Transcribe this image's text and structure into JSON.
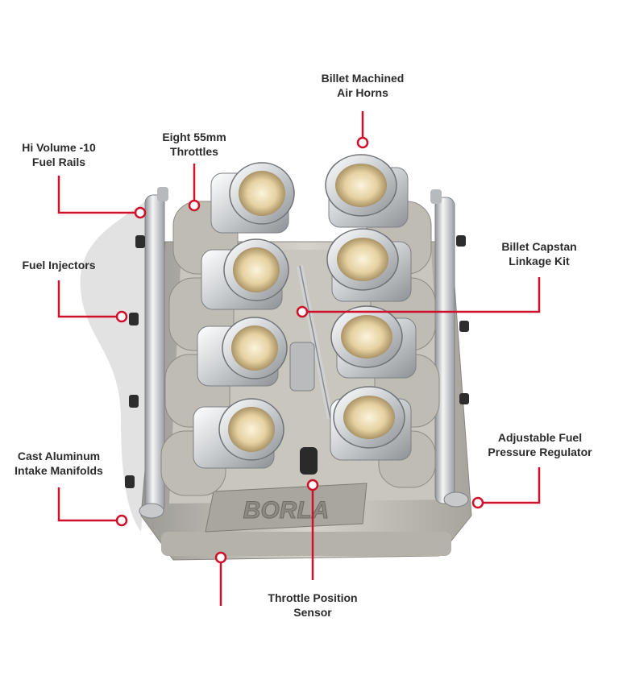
{
  "callouts": [
    {
      "id": "air-horns",
      "lines": [
        "Billet Machined",
        "Air Horns"
      ]
    },
    {
      "id": "throttles",
      "lines": [
        "Eight 55mm",
        "Throttles"
      ]
    },
    {
      "id": "fuel-rails",
      "lines": [
        "Hi Volume -10",
        "Fuel Rails"
      ]
    },
    {
      "id": "fuel-injectors",
      "lines": [
        "Fuel Injectors"
      ]
    },
    {
      "id": "linkage",
      "lines": [
        "Billet Capstan",
        "Linkage Kit"
      ]
    },
    {
      "id": "regulator",
      "lines": [
        "Adjustable Fuel",
        "Pressure Regulator"
      ]
    },
    {
      "id": "manifolds",
      "lines": [
        "Cast Aluminum",
        "Intake Manifolds"
      ]
    },
    {
      "id": "tps",
      "lines": [
        "Throttle Position",
        "Sensor"
      ]
    }
  ],
  "colors": {
    "leader": "#d0102a",
    "label": "#2b2b2b"
  },
  "logo_text": "BORLA"
}
